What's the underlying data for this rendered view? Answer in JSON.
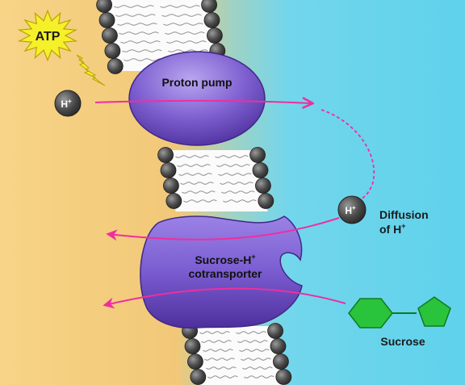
{
  "diagram": {
    "atp_label": "ATP",
    "h_ion_label": "H",
    "h_ion_sup": "+",
    "proton_pump_label": "Proton pump",
    "cotransporter_line1_main": "Sucrose-H",
    "cotransporter_line1_sup": "+",
    "cotransporter_line2": "cotransporter",
    "diffusion_line1": "Diffusion",
    "diffusion_line2_main": "of H",
    "diffusion_line2_sup": "+",
    "sucrose_label": "Sucrose"
  },
  "colors": {
    "left_bg": "#f6cf7c",
    "right_bg": "#6dd6ee",
    "protein": "#7e5fd0",
    "protein_dark": "#4c2f9b",
    "arrow": "#ee2f9f",
    "sucrose": "#29c43c",
    "atp_star": "#f5f02a",
    "head": "#4a4a4a"
  }
}
